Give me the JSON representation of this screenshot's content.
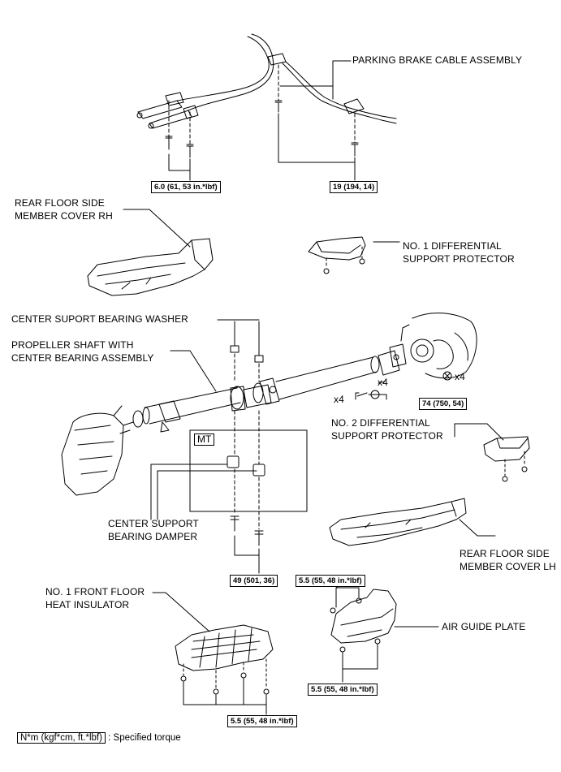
{
  "labels": {
    "parking_brake": "PARKING BRAKE CABLE ASSEMBLY",
    "rear_floor_rh_1": "REAR FLOOR SIDE",
    "rear_floor_rh_2": "MEMBER COVER RH",
    "diff_protector_1_1": "NO. 1 DIFFERENTIAL",
    "diff_protector_1_2": "SUPPORT PROTECTOR",
    "washer": "CENTER SUPORT BEARING WASHER",
    "propeller_1": "PROPELLER SHAFT WITH",
    "propeller_2": "CENTER BEARING ASSEMBLY",
    "diff_protector_2_1": "NO. 2 DIFFERENTIAL",
    "diff_protector_2_2": "SUPPORT PROTECTOR",
    "damper_1": "CENTER SUPPORT",
    "damper_2": "BEARING DAMPER",
    "rear_floor_lh_1": "REAR FLOOR SIDE",
    "rear_floor_lh_2": "MEMBER COVER LH",
    "heat_insulator_1": "NO. 1 FRONT FLOOR",
    "heat_insulator_2": "HEAT INSULATOR",
    "air_guide": "AIR GUIDE PLATE",
    "mt": "MT",
    "x4_a": "x4",
    "x4_b": "x4",
    "x4_c": "x4"
  },
  "torques": {
    "t_6_0": "6.0 (61, 53 in.*lbf)",
    "t_19": "19 (194, 14)",
    "t_74": "74 (750, 54)",
    "t_49": "49 (501, 36)",
    "t_5_5_a": "5.5 (55, 48 in.*lbf)",
    "t_5_5_b": "5.5 (55, 48 in.*lbf)",
    "t_5_5_c": "5.5 (55, 48 in.*lbf)"
  },
  "legend": {
    "unit": "N*m (kgf*cm, ft.*lbf)",
    "text": ": Specified torque"
  }
}
